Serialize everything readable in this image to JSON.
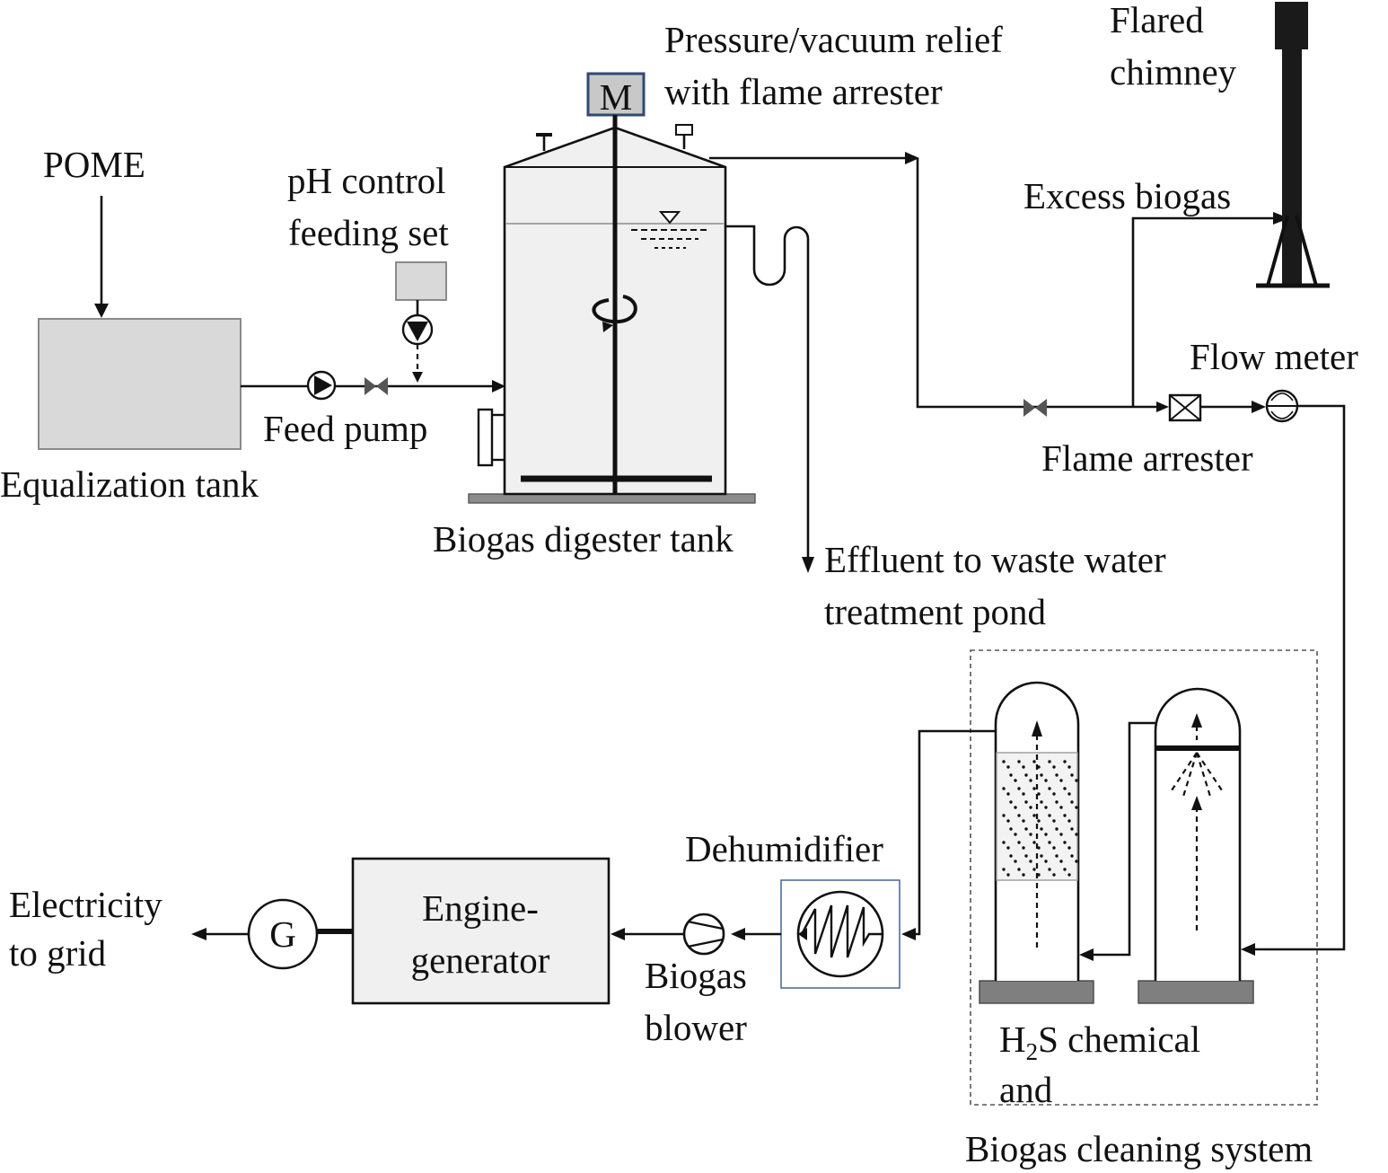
{
  "labels": {
    "pome": "POME",
    "equalization_tank": "Equalization tank",
    "ph_control_line1": "pH control",
    "ph_control_line2": "feeding set",
    "feed_pump": "Feed pump",
    "motor_letter": "M",
    "pressure_relief_line1": "Pressure/vacuum relief",
    "pressure_relief_line2": "with flame arrester",
    "digester_tank": "Biogas digester tank",
    "flared_chimney_line1": "Flared",
    "flared_chimney_line2": "chimney",
    "excess_biogas": "Excess biogas",
    "flow_meter": "Flow meter",
    "flame_arrester": "Flame arrester",
    "effluent_line1": "Effluent to waste water",
    "effluent_line2": "treatment pond",
    "h2s_prefix": "H",
    "h2s_subscript": "2",
    "h2s_suffix": "S chemical",
    "h2s_line2": "and",
    "cleaning_system": "Biogas cleaning system",
    "dehumidifier": "Dehumidifier",
    "blower_line1": "Biogas",
    "blower_line2": "blower",
    "engine_line1": "Engine-",
    "engine_line2": "generator",
    "generator_letter": "G",
    "electricity_line1": "Electricity",
    "electricity_line2": "to grid"
  }
}
